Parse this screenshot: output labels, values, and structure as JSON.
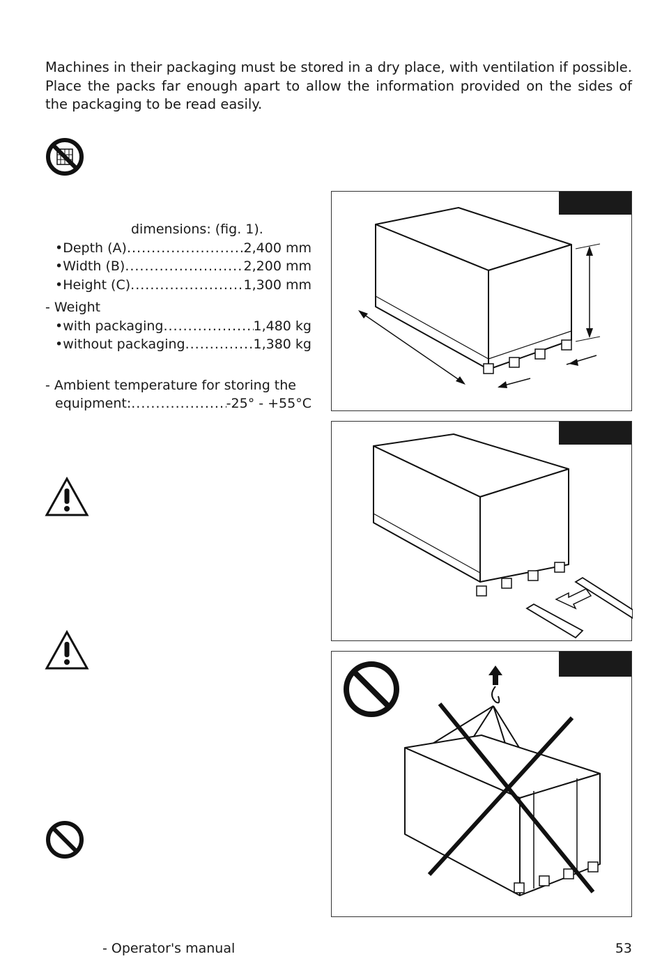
{
  "intro_text": "Machines in their packaging must be stored in a dry place, with ventilation if possible. Place the packs far enough apart to allow the information provided on the sides of the packaging to be read easily.",
  "specs": {
    "dimensions_heading": "dimensions: (fig. 1).",
    "dimension_rows": [
      {
        "label": "•Depth (A)",
        "value": "2,400 mm"
      },
      {
        "label": "•Width (B)",
        "value": "2,200 mm"
      },
      {
        "label": "•Height (C)",
        "value": "1,300 mm"
      }
    ],
    "weight_heading": "- Weight",
    "weight_rows": [
      {
        "label": "•with packaging ",
        "value": "1,480 kg"
      },
      {
        "label": "•without packaging ",
        "value": "1,380 kg"
      }
    ],
    "temperature_line1": "- Ambient temperature for storing the",
    "temperature_label": "equipment: ",
    "temperature_value": "-25° - +55°C"
  },
  "icons": [
    "no-stacking-icon",
    "warning-icon",
    "warning-icon",
    "prohibited-icon"
  ],
  "figures": [
    "package-dimensions-figure",
    "forklift-figure",
    "no-lifting-figure"
  ],
  "footer": {
    "manual_label": "- Operator's manual",
    "page_number": "53"
  }
}
